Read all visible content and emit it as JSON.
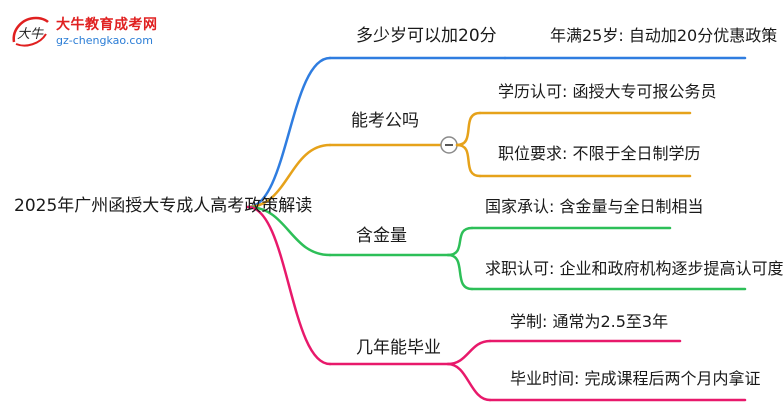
{
  "watermark": {
    "name": "大牛教育成考网",
    "url": "gz-chengkao.com",
    "logo_glyph": "大牛"
  },
  "mindmap": {
    "root": "2025年广州函授大专成人高考政策解读",
    "branches": [
      {
        "label": "多少岁可以加20分",
        "color": "#2f7de0",
        "children": [
          "年满25岁: 自动加20分优惠政策"
        ]
      },
      {
        "label": "能考公吗",
        "color": "#e6a21a",
        "collapse_symbol": "−",
        "children": [
          "学历认可: 函授大专可报公务员",
          "职位要求: 不限于全日制学历"
        ]
      },
      {
        "label": "含金量",
        "color": "#2dbf58",
        "children": [
          "国家承认: 含金量与全日制相当",
          "求职认可: 企业和政府机构逐步提高认可度"
        ]
      },
      {
        "label": "几年能毕业",
        "color": "#e8196b",
        "children": [
          "学制: 通常为2.5至3年",
          "毕业时间: 完成课程后两个月内拿证"
        ]
      }
    ]
  }
}
